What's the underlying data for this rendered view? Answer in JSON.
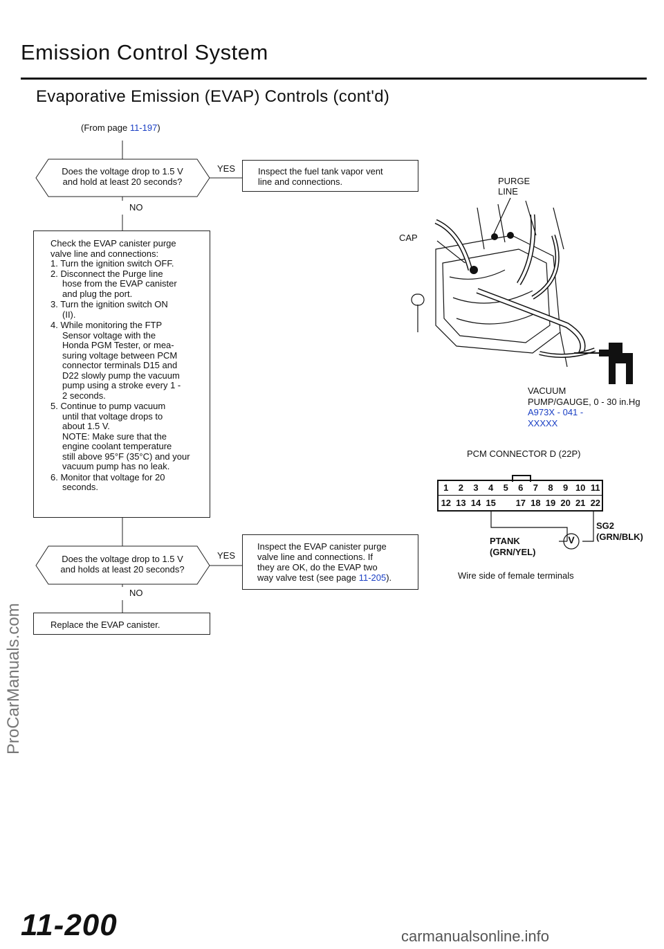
{
  "header": {
    "title": "Emission Control System",
    "subtitle": "Evaporative Emission (EVAP) Controls (cont'd)"
  },
  "from_ref": {
    "prefix": "(From page ",
    "page": "11-197",
    "suffix": ")"
  },
  "flow": {
    "q1": {
      "line1": "Does the voltage drop to  1.5  V",
      "line2": "and hold at least 20 seconds?"
    },
    "q1_yes": "YES",
    "q1_no": "NO",
    "inspect1": {
      "line1": "Inspect  the  fuel  tank  vapor  vent",
      "line2": "line and connections."
    },
    "steps": {
      "intro1": "Check  the  EVAP  canister  purge",
      "intro2": "valve line and connections:",
      "s1": "1.  Turn the ignition switch OFF.",
      "s2a": "2.  Disconnect  the  Purge  line",
      "s2b": "hose  from  the  EVAP  canister",
      "s2c": "and plug the port.",
      "s3a": "3.  Turn the ignition switch ON",
      "s3b": "(II).",
      "s4a": "4.  While monitoring the FTP",
      "s4b": "Sensor  voltage  with  the",
      "s4c": "Honda  PGM  Tester,  or  mea-",
      "s4d": "suring voltage between PCM",
      "s4e": "connector  terminals  D15  and",
      "s4f": "D22  slowly  pump  the  vacuum",
      "s4g": "pump  using  a  stroke  every  1  -",
      "s4h": "2 seconds.",
      "s5a": "5.   Continue  to  pump  vacuum",
      "s5b": "until  that  voltage  drops  to",
      "s5c": "about 1.5 V.",
      "s5d": "NOTE:  Make  sure  that  the",
      "s5e": "engine  coolant  temperature",
      "s5f": "still above 95°F (35°C) and your",
      "s5g": "vacuum pump has no leak.",
      "s6a": "6.  Monitor that voltage for 20",
      "s6b": "seconds."
    },
    "q2": {
      "line1": "Does the voltage drop to  1.5  V",
      "line2": "and holds at least 20 seconds?"
    },
    "q2_yes": "YES",
    "q2_no": "NO",
    "inspect2": {
      "line1": "Inspect  the  EVAP  canister  purge",
      "line2": "valve  line  and  connections.  If",
      "line3": "they  are  OK,  do  the  EVAP  two",
      "line4_prefix": "way valve test (see page ",
      "line4_page": "11-205",
      "line4_suffix": ")."
    },
    "replace": "Replace the EVAP canister."
  },
  "illustration": {
    "purge_line_1": "PURGE",
    "purge_line_2": "LINE",
    "cap": "CAP",
    "vacuum_1": "VACUUM",
    "vacuum_2": "PUMP/GAUGE, 0 - 30 in.Hg",
    "vacuum_part_1": "A973X  -  041  -",
    "vacuum_part_2": "XXXXX"
  },
  "connector": {
    "title": "PCM CONNECTOR D (22P)",
    "top_row": [
      "1",
      "2",
      "3",
      "4",
      "5",
      "6",
      "7",
      "8",
      "9",
      "10",
      "11"
    ],
    "bottom_row": [
      "12",
      "13",
      "14",
      "15",
      "",
      "17",
      "18",
      "19",
      "20",
      "21",
      "22"
    ],
    "ptank_1": "PTANK",
    "ptank_2": "(GRN/YEL)",
    "sg2_1": "SG2",
    "sg2_2": "(GRN/BLK)",
    "meter": "V",
    "caption": "Wire side of female terminals"
  },
  "footer": {
    "page_number": "11-200",
    "watermark_side": "ProCarManuals.com",
    "watermark_bottom": "carmanualsonline.info"
  }
}
